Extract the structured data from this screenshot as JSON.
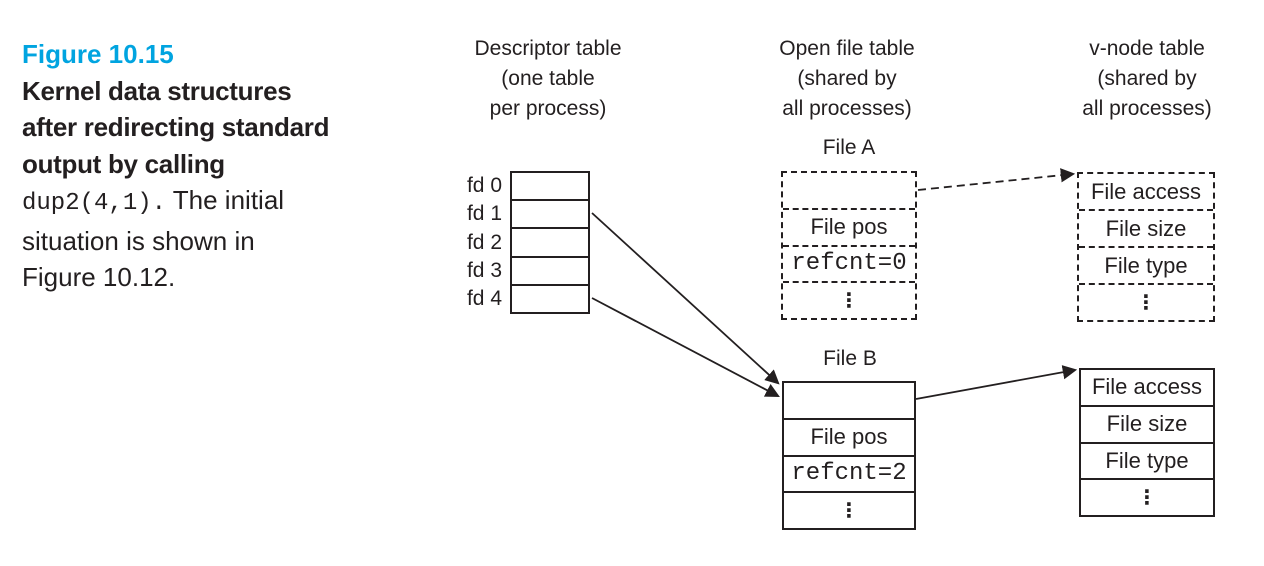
{
  "accent_color": "#00a4e0",
  "line_color": "#231f20",
  "caption": {
    "figure_label": "Figure 10.15",
    "bold_lines": [
      "Kernel data structures",
      "after redirecting standard",
      "output by calling"
    ],
    "code": "dup2(4,1).",
    "after_code": " The initial",
    "rest_lines": [
      "situation is shown in",
      "Figure 10.12."
    ]
  },
  "headers": {
    "descriptor": {
      "line1": "Descriptor table",
      "line2": "(one table",
      "line3": "per process)"
    },
    "open_file": {
      "line1": "Open file table",
      "line2": "(shared by",
      "line3": "all processes)"
    },
    "vnode": {
      "line1": "v-node table",
      "line2": "(shared by",
      "line3": "all processes)"
    }
  },
  "descriptor_table": {
    "fd_labels": [
      "fd 0",
      "fd 1",
      "fd 2",
      "fd 3",
      "fd 4"
    ]
  },
  "open_file_table": {
    "file_a": {
      "label": "File A",
      "rows": [
        "",
        "File pos",
        "refcnt=0",
        "⋮"
      ]
    },
    "file_b": {
      "label": "File B",
      "rows": [
        "",
        "File pos",
        "refcnt=2",
        "⋮"
      ]
    }
  },
  "vnode_table": {
    "vnode_a": {
      "rows": [
        "File access",
        "File size",
        "File type",
        "⋮"
      ]
    },
    "vnode_b": {
      "rows": [
        "File access",
        "File size",
        "File type",
        "⋮"
      ]
    }
  }
}
